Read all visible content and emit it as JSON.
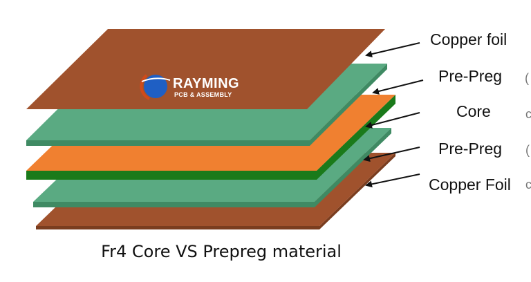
{
  "diagram": {
    "layers": [
      {
        "name": "Copper foil",
        "face_color": "#a0522d",
        "edge_color": "#7a3d1f"
      },
      {
        "name": "Pre-Preg",
        "face_color": "#5aaa82",
        "edge_color": "#3f8a63"
      },
      {
        "name": "Core",
        "face_color": "#f08030",
        "edge_color": "#1a7a1a"
      },
      {
        "name": "Pre-Preg",
        "face_color": "#5aaa82",
        "edge_color": "#3f8a63"
      },
      {
        "name": "Copper Foil",
        "face_color": "#a0522d",
        "edge_color": "#7a3d1f"
      }
    ],
    "caption": "Fr4 Core VS Prepreg material"
  },
  "logo": {
    "name": "RAYMING",
    "subtitle": "PCB & ASSEMBLY",
    "colors": {
      "circle": "#1f5fc4",
      "arc": "#d04a1a"
    }
  },
  "arrow_color": "#111111"
}
